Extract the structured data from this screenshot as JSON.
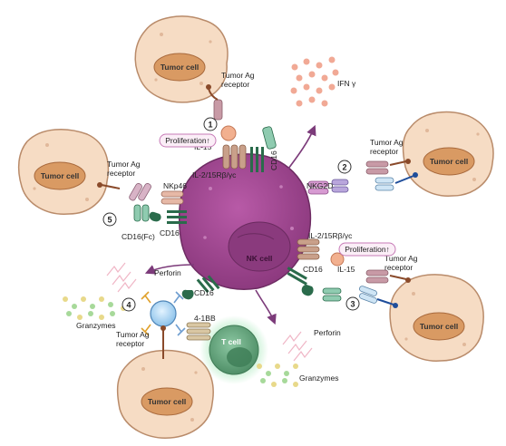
{
  "cells": {
    "tumor": "Tumor cell",
    "nk": "NK cell",
    "t": "T cell"
  },
  "labels": {
    "tumor_ag_receptor_line1": "Tumor Ag",
    "tumor_ag_receptor_line2": "receptor",
    "il15": "IL-15",
    "il2_receptor": "IL-2/15Rβ/γc",
    "cd16": "CD16",
    "cd16_fc": "CD16(Fc)",
    "nkp46": "NKp46",
    "nkg2d": "NKG2D",
    "ifn": "IFN γ",
    "perforin": "Perforin",
    "granzymes": "Granzymes",
    "four_one_bb": "4-1BB",
    "proliferation": "Proliferation↑"
  },
  "steps": [
    "1",
    "2",
    "3",
    "4",
    "5"
  ],
  "colors": {
    "tumor_outer": "#f6dcc4",
    "tumor_inner": "#d99a63",
    "nk_body": "#a0488f",
    "nk_nucleus": "#8a3a7d",
    "t_cell": "#6aa782",
    "arrow": "#7c3b7a",
    "proliferation_border": "#c77bb7",
    "ifn_dots": "#f1a995"
  }
}
